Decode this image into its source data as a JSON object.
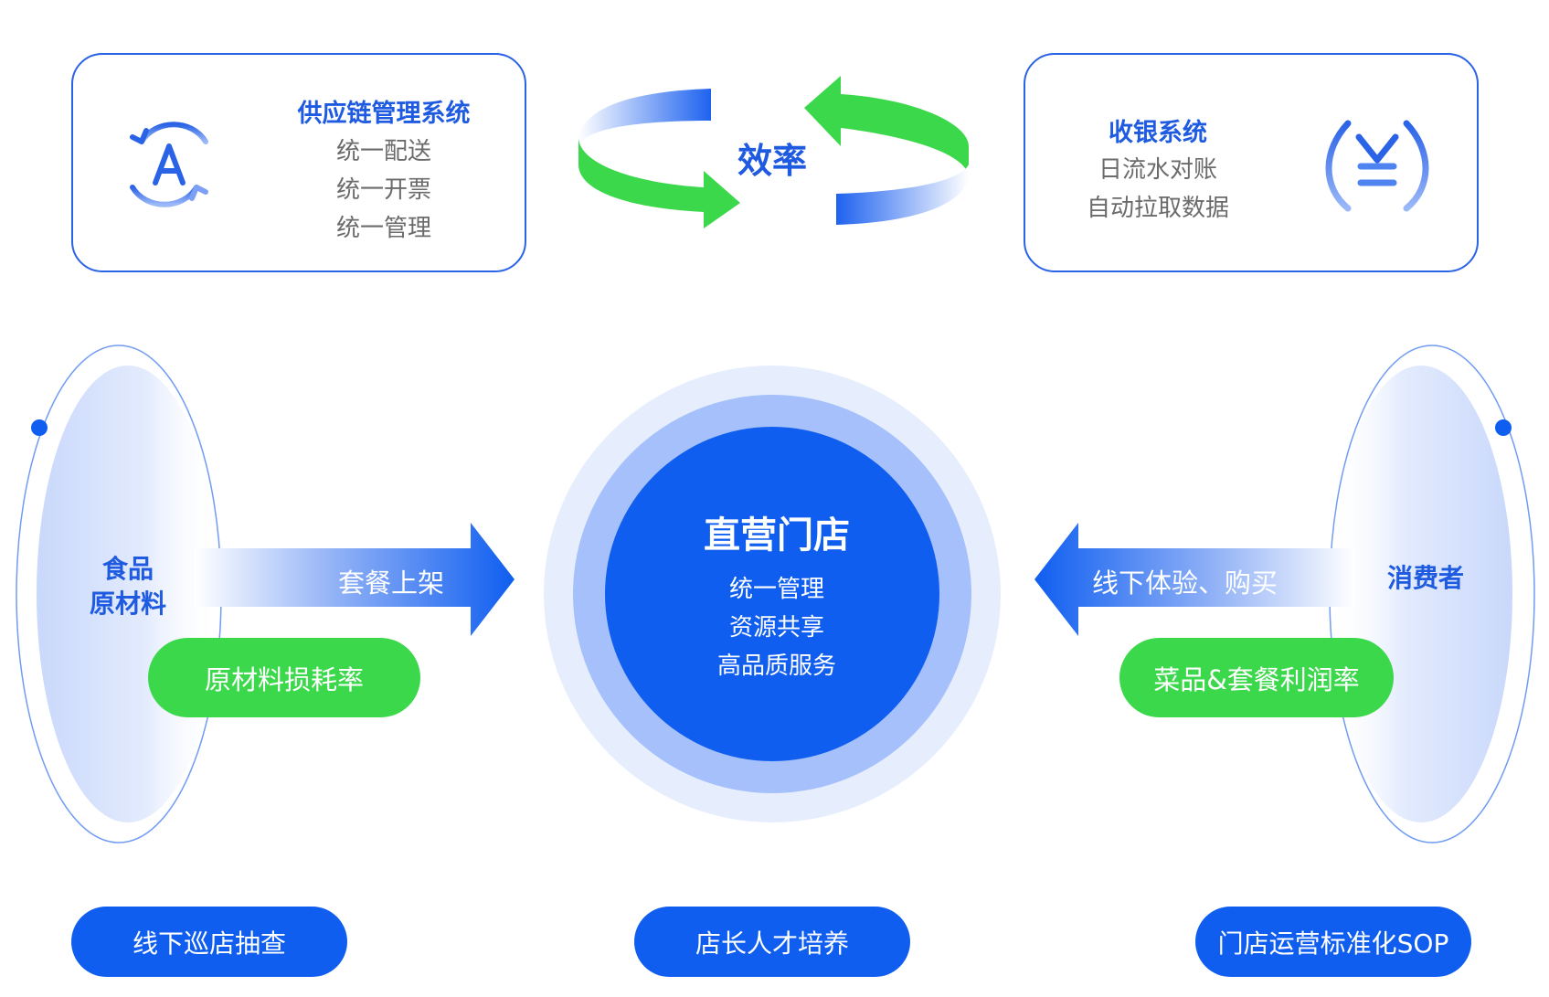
{
  "colors": {
    "primary_blue": "#0f5ef0",
    "text_blue": "#1f5be0",
    "green": "#3bd84c",
    "gray_text": "#6b6b6b"
  },
  "supply_card": {
    "title": "供应链管理系统",
    "lines": [
      "统一配送",
      "统一开票",
      "统一管理"
    ],
    "icon": "a-cycle-icon"
  },
  "cashier_card": {
    "title": "收银系统",
    "lines": [
      "日流水对账",
      "自动拉取数据"
    ],
    "icon": "yen-icon"
  },
  "efficiency_label": "效率",
  "center": {
    "title": "直营门店",
    "lines": [
      "统一管理",
      "资源共享",
      "高品质服务"
    ]
  },
  "left_side": {
    "label_line1": "食品",
    "label_line2": "原材料",
    "arrow_label": "套餐上架",
    "pill": "原材料损耗率"
  },
  "right_side": {
    "label": "消费者",
    "arrow_label": "线下体验、购买",
    "pill": "菜品&套餐利润率"
  },
  "bottom_pills": [
    "线下巡店抽查",
    "店长人才培养",
    "门店运营标准化SOP"
  ]
}
